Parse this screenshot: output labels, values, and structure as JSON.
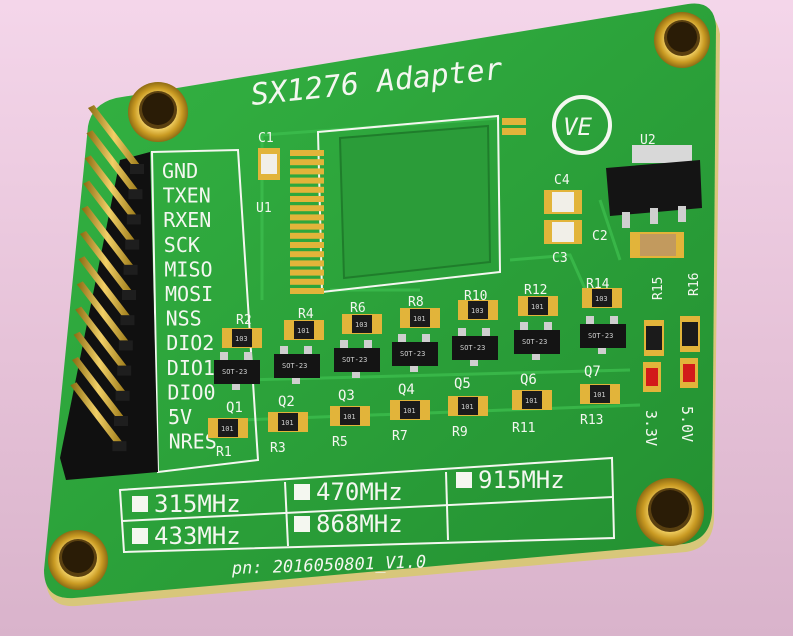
{
  "board": {
    "title": "SX1276 Adapter",
    "logo": "VE",
    "part_number": "pn: 2016050801_V1.0"
  },
  "pin_labels": [
    "GND",
    "TXEN",
    "RXEN",
    "SCK",
    "MISO",
    "MOSI",
    "NSS",
    "DIO2",
    "DIO1",
    "DIO0",
    "5V",
    "NRES"
  ],
  "refdes": {
    "c1": "C1",
    "u1": "U1",
    "u2": "U2",
    "c2": "C2",
    "c3": "C3",
    "c4": "C4",
    "r1": "R1",
    "r2": "R2",
    "r3": "R3",
    "r4": "R4",
    "r5": "R5",
    "r6": "R6",
    "r7": "R7",
    "r8": "R8",
    "r9": "R9",
    "r10": "R10",
    "r11": "R11",
    "r12": "R12",
    "r13": "R13",
    "r14": "R14",
    "r15": "R15",
    "r16": "R16",
    "q1": "Q1",
    "q2": "Q2",
    "q3": "Q3",
    "q4": "Q4",
    "q5": "Q5",
    "q6": "Q6",
    "q7": "Q7"
  },
  "parts": {
    "transistor_pkg": "SOT-23",
    "resistor_code_a": "103",
    "resistor_code_b": "101",
    "led_3v3": "3.3V",
    "led_5v": "5.0V"
  },
  "frequency_options": [
    "315MHz",
    "470MHz",
    "915MHz",
    "433MHz",
    "868MHz"
  ],
  "colors": {
    "pcb": "#2aa339",
    "silkscreen": "#f4f7f0",
    "copper_pad": "#e2b43a",
    "background": "#ecc9dd"
  }
}
